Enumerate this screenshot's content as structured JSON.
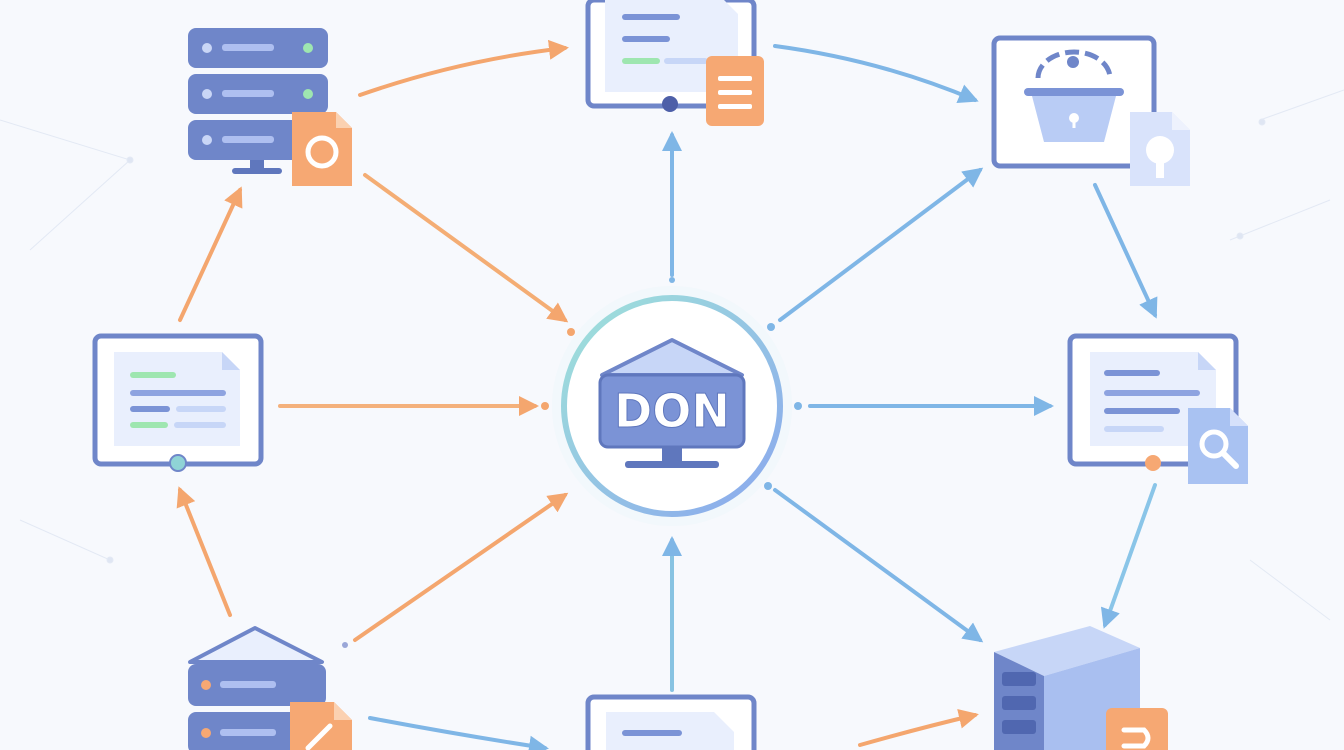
{
  "hub": {
    "label": "DON"
  },
  "colors": {
    "warm_arrow": "#f4a66e",
    "cool_arrow": "#7fb6e6",
    "device_stroke": "#6f86c9",
    "device_fill": "#e9effd",
    "server_body": "#6f86c9",
    "accent_orange": "#f6a873",
    "accent_blue": "#a9c2f2",
    "ring_start": "#9fe3d9",
    "ring_end": "#8aa7ee",
    "background": "#f7f9fd"
  },
  "nodes": [
    {
      "id": "server-top-left",
      "icon": "server-stack-icon",
      "badge": "document-gear-icon"
    },
    {
      "id": "monitor-top-center",
      "icon": "document-monitor-icon",
      "badge": "document-list-icon"
    },
    {
      "id": "monitor-top-right",
      "icon": "storage-bucket-monitor-icon",
      "badge": "document-shield-icon"
    },
    {
      "id": "monitor-mid-left",
      "icon": "document-monitor-icon"
    },
    {
      "id": "monitor-mid-right",
      "icon": "document-monitor-icon",
      "badge": "document-search-icon"
    },
    {
      "id": "server-bottom-left",
      "icon": "server-house-icon",
      "badge": "document-tool-icon"
    },
    {
      "id": "monitor-bottom-center",
      "icon": "document-monitor-icon"
    },
    {
      "id": "server-bottom-right",
      "icon": "server-cube-icon",
      "badge": "document-code-icon"
    }
  ]
}
